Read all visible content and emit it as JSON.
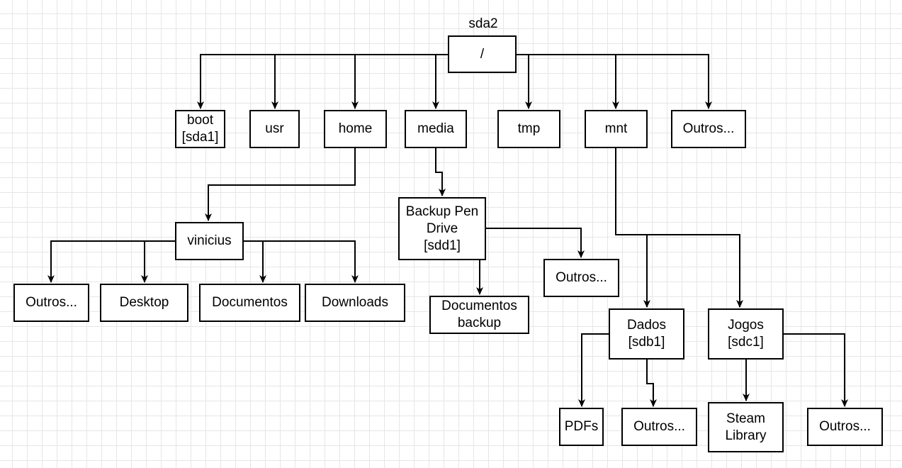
{
  "diagram": {
    "partition_label": "sda2",
    "nodes": {
      "root": "/",
      "boot": "boot\n[sda1]",
      "usr": "usr",
      "home": "home",
      "media": "media",
      "tmp": "tmp",
      "mnt": "mnt",
      "root_outros": "Outros...",
      "vinicius": "vinicius",
      "home_outros": "Outros...",
      "desktop": "Desktop",
      "documentos": "Documentos",
      "downloads": "Downloads",
      "backup_pen_drive": "Backup Pen\nDrive\n[sdd1]",
      "documentos_backup": "Documentos\nbackup",
      "media_outros": "Outros...",
      "dados": "Dados\n[sdb1]",
      "jogos": "Jogos\n[sdc1]",
      "pdfs": "PDFs",
      "dados_outros": "Outros...",
      "steam_library": "Steam\nLibrary",
      "jogos_outros": "Outros..."
    }
  }
}
